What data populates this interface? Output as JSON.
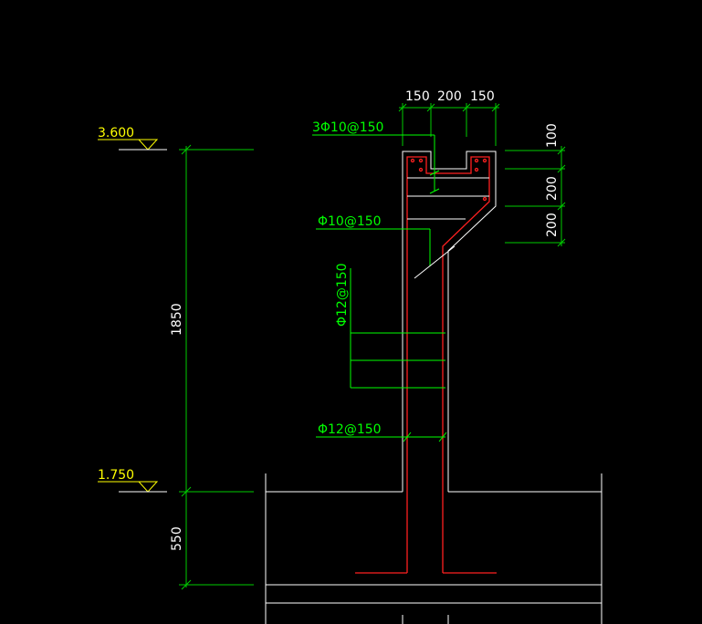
{
  "colors": {
    "background": "#000000",
    "structure": "#ffffff",
    "dimension": "#00cc00",
    "rebar": "#ff2020",
    "rebar_label": "#00ff00",
    "elevation_text": "#ffff00",
    "dimension_text": "#ffffff"
  },
  "elevations": {
    "top": "3.600",
    "bottom": "1.750"
  },
  "vertical_dimensions": {
    "wall_height": "1850",
    "base_depth": "550",
    "top_100": "100",
    "mid_200": "200",
    "low_200": "200"
  },
  "top_dimensions": {
    "left": "150",
    "mid": "200",
    "right": "150"
  },
  "rebar_labels": {
    "top_bars": "3Φ10@150",
    "stirrup": "Φ10@150",
    "vertical": "Φ12@150",
    "bottom": "Φ12@150"
  }
}
